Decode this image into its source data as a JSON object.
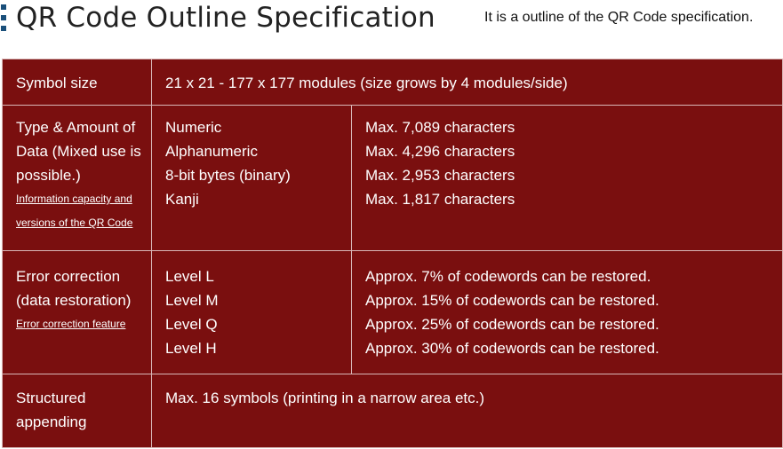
{
  "header": {
    "title": "QR Code Outline Specification",
    "subtitle": "It is a outline of the QR Code specification."
  },
  "colors": {
    "table_background": "#7a0f0f",
    "title_marker": "#1a4f7a"
  },
  "table": {
    "symbol_size": {
      "label": "Symbol size",
      "value": "21 x 21 - 177 x 177 modules (size grows by 4 modules/side)"
    },
    "data_types": {
      "label": [
        "Type & Amount of",
        "Data (Mixed use is",
        "possible.)"
      ],
      "link": [
        "Information capacity and",
        "versions of the QR Code"
      ],
      "types": [
        "Numeric",
        "Alphanumeric",
        "8-bit bytes (binary)",
        "Kanji"
      ],
      "amounts": [
        "Max. 7,089 characters",
        "Max. 4,296 characters",
        "Max. 2,953 characters",
        "Max. 1,817 characters"
      ]
    },
    "error_correction": {
      "label": [
        "Error correction",
        "(data restoration)"
      ],
      "link": "Error correction feature",
      "levels": [
        "Level L",
        "Level M",
        "Level Q",
        "Level H"
      ],
      "descriptions": [
        "Approx. 7% of codewords can be restored.",
        "Approx. 15% of codewords can be restored.",
        "Approx. 25% of codewords can be restored.",
        "Approx. 30% of codewords can be restored."
      ]
    },
    "structured_appending": {
      "label": [
        "Structured",
        "appending"
      ],
      "value": "Max. 16 symbols (printing in a narrow area etc.)"
    }
  }
}
